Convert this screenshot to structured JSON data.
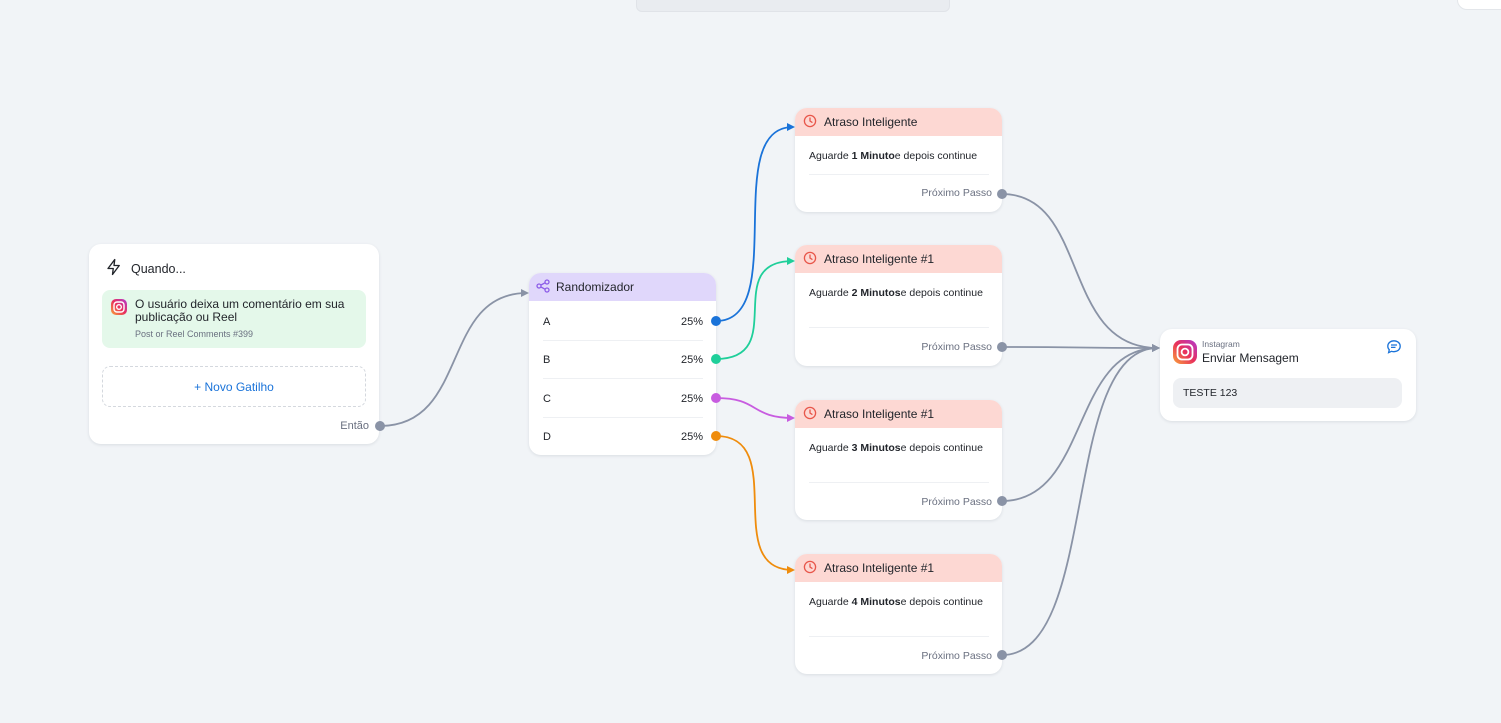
{
  "trigger": {
    "title": "Quando...",
    "condition_text": "O usuário deixa um comentário em sua publicação ou Reel",
    "condition_sub": "Post or Reel Comments #399",
    "add_button": "+ Novo Gatilho",
    "footer": "Então"
  },
  "randomizer": {
    "title": "Randomizador",
    "rows": [
      {
        "label": "A",
        "percent": "25%",
        "color": "#1a73d9"
      },
      {
        "label": "B",
        "percent": "25%",
        "color": "#1fcf9a"
      },
      {
        "label": "C",
        "percent": "25%",
        "color": "#c85ce0"
      },
      {
        "label": "D",
        "percent": "25%",
        "color": "#ef8c0c"
      }
    ]
  },
  "delays": [
    {
      "title": "Atraso Inteligente",
      "prefix": "Aguarde ",
      "bold": "1 Minuto",
      "suffix": "e depois continue",
      "next": "Próximo Passo"
    },
    {
      "title": "Atraso Inteligente #1",
      "prefix": "Aguarde ",
      "bold": "2 Minutos",
      "suffix": "e depois continue",
      "next": "Próximo Passo"
    },
    {
      "title": "Atraso Inteligente #1",
      "prefix": "Aguarde ",
      "bold": "3 Minutos",
      "suffix": "e depois continue",
      "next": "Próximo Passo"
    },
    {
      "title": "Atraso Inteligente #1",
      "prefix": "Aguarde ",
      "bold": "4 Minutos",
      "suffix": "e depois continue",
      "next": "Próximo Passo"
    }
  ],
  "send": {
    "platform": "Instagram",
    "title": "Enviar Mensagem",
    "message": "TESTE 123"
  },
  "colors": {
    "edge": "#8a93a6",
    "randomizer_header": "#e0d7fb",
    "delay_header": "#fdd8d3",
    "trigger_condition": "#e4f8ea",
    "link": "#1a73d9"
  }
}
